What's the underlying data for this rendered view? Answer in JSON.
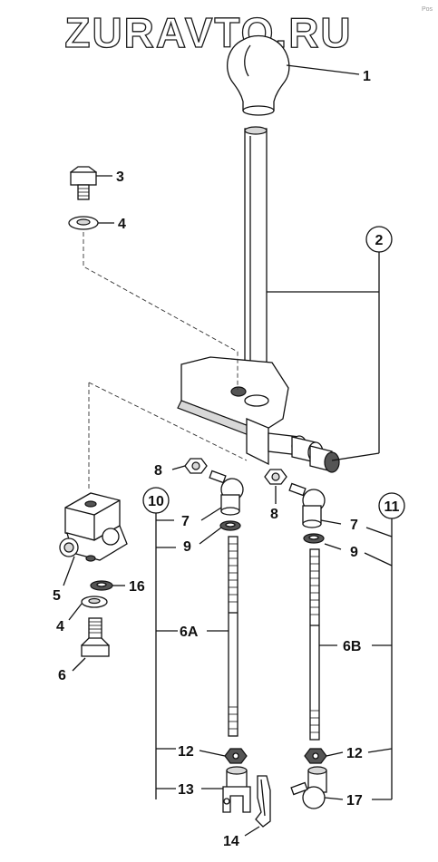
{
  "watermark": "ZURAVTO.RU",
  "corner_mark": "Pos",
  "callouts": {
    "c1": "1",
    "c2": "2",
    "c3": "3",
    "c4a": "4",
    "c4b": "4",
    "c5": "5",
    "c6": "6",
    "c6a": "6A",
    "c6b": "6B",
    "c7a": "7",
    "c7b": "7",
    "c8a": "8",
    "c8b": "8",
    "c9a": "9",
    "c9b": "9",
    "c10": "10",
    "c11": "11",
    "c12a": "12",
    "c12b": "12",
    "c13": "13",
    "c14": "14",
    "c16": "16",
    "c17": "17"
  }
}
